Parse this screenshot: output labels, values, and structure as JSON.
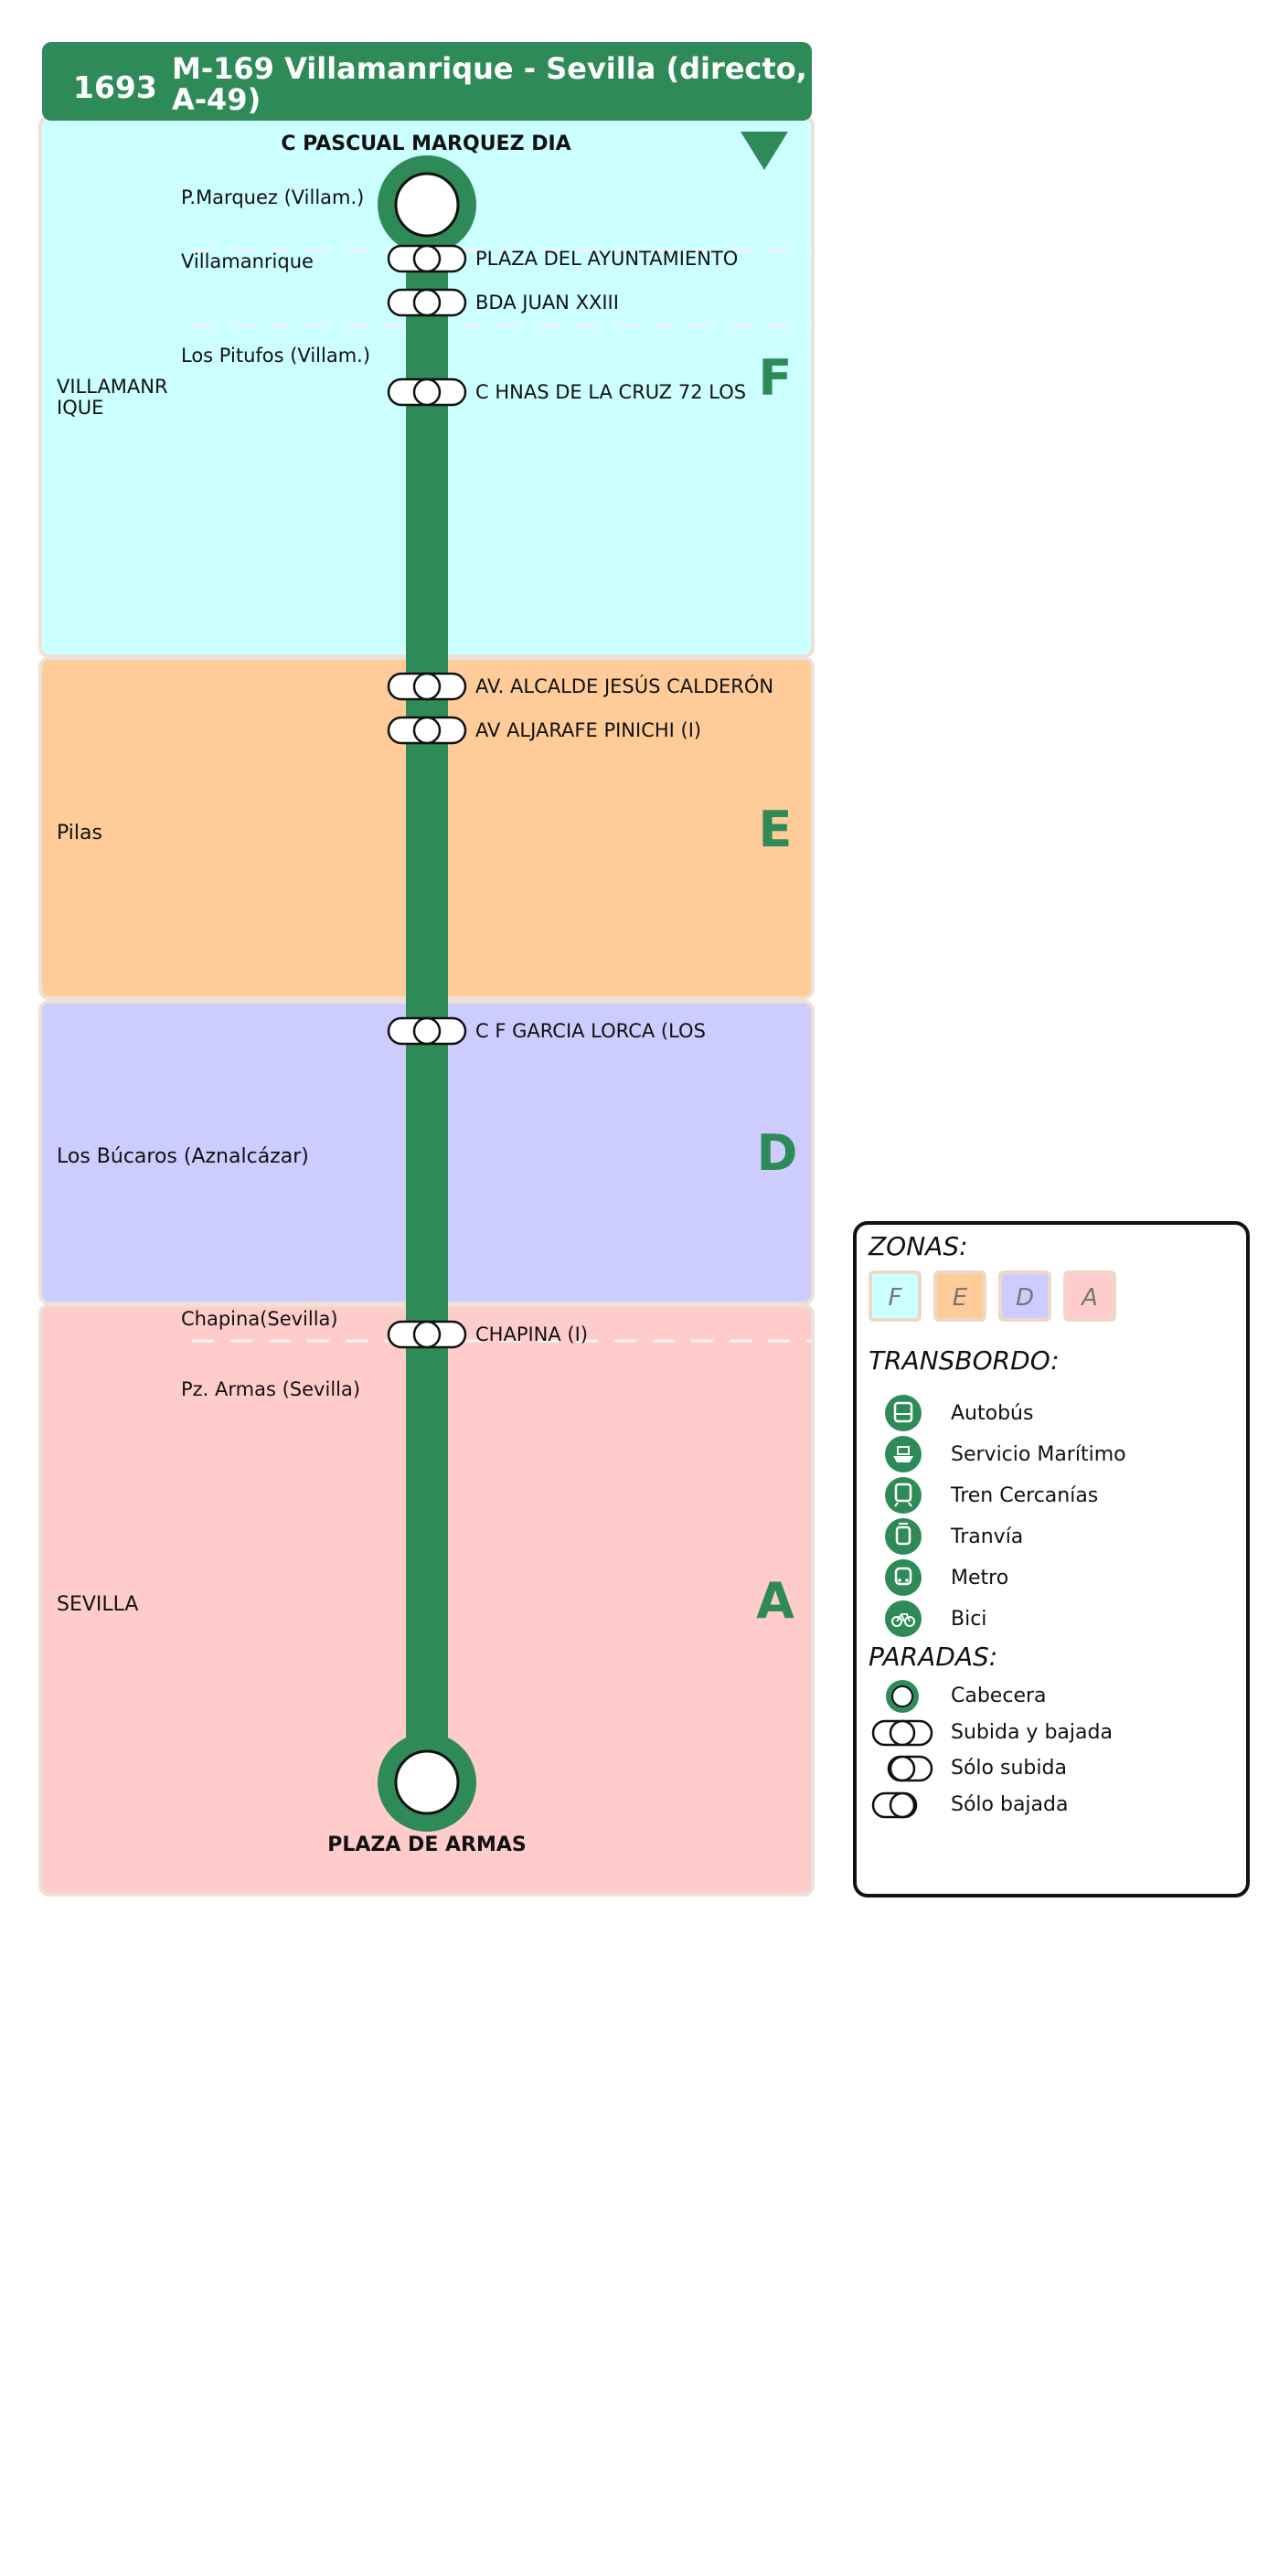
{
  "header": {
    "route_number": "1693",
    "title_line1": "M-169 Villamanrique - Sevilla (directo,",
    "title_line2": "A-49)",
    "color": "#2e8b57"
  },
  "top_terminal_label": "C  PASCUAL MARQUEZ  DIA",
  "bottom_terminal_label": "PLAZA DE ARMAS",
  "zones": [
    {
      "letter": "F",
      "municipality": "VILLAMANR IQUE",
      "municipality_lines": [
        "VILLAMANR",
        "IQUE"
      ],
      "color": "#ccffff"
    },
    {
      "letter": "E",
      "municipality": "Pilas",
      "municipality_lines": [
        "Pilas"
      ],
      "color": "#ffcc99"
    },
    {
      "letter": "D",
      "municipality": "Los Búcaros (Aznalcázar)",
      "municipality_lines": [
        "Los Búcaros (Aznalcázar)"
      ],
      "color": "#ccccff"
    },
    {
      "letter": "A",
      "municipality": "SEVILLA",
      "municipality_lines": [
        "SEVILLA"
      ],
      "color": "#ffcccc"
    }
  ],
  "localities": [
    "P.Marquez (Villam.)",
    "Villamanrique",
    "Los Pitufos (Villam.)",
    "Chapina(Sevilla)",
    "Pz. Armas (Sevilla)"
  ],
  "stops": [
    {
      "name": "PLAZA DEL AYUNTAMIENTO",
      "type": "Subida y bajada"
    },
    {
      "name": "BDA  JUAN XXIII",
      "type": "Subida y bajada"
    },
    {
      "name": "C  HNAS  DE LA CRUZ  72  LOS",
      "type": "Subida y bajada"
    },
    {
      "name": "AV. ALCALDE JESÚS CALDERÓN",
      "type": "Subida y bajada"
    },
    {
      "name": "AV ALJARAFE PINICHI (I)",
      "type": "Subida y bajada"
    },
    {
      "name": "C F GARCIA LORCA (LOS",
      "type": "Subida y bajada"
    },
    {
      "name": "CHAPINA (I)",
      "type": "Subida y bajada"
    }
  ],
  "legend": {
    "zones_title": "ZONAS:",
    "zone_letters": [
      "F",
      "E",
      "D",
      "A"
    ],
    "transfer_title": "TRANSBORDO:",
    "transfer_items": [
      {
        "label": "Autobús",
        "icon": "bus-icon"
      },
      {
        "label": "Servicio Marítimo",
        "icon": "ship-icon"
      },
      {
        "label": "Tren Cercanías",
        "icon": "train-icon"
      },
      {
        "label": "Tranvía",
        "icon": "tram-icon"
      },
      {
        "label": "Metro",
        "icon": "metro-icon"
      },
      {
        "label": "Bici",
        "icon": "bike-icon"
      }
    ],
    "stops_title": "PARADAS:",
    "stop_items": [
      {
        "label": "Cabecera"
      },
      {
        "label": "Subida y bajada"
      },
      {
        "label": "Sólo subida"
      },
      {
        "label": "Sólo bajada"
      }
    ]
  }
}
